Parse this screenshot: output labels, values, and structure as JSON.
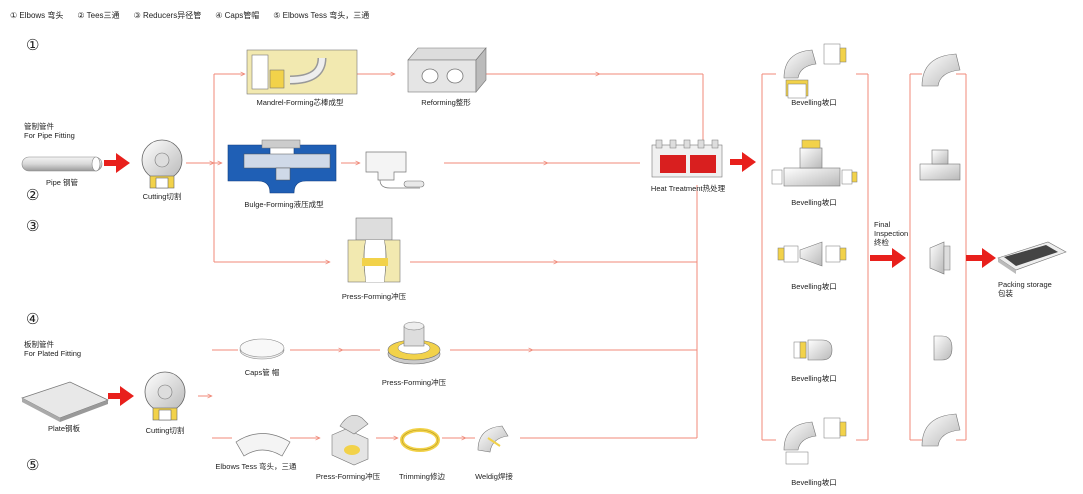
{
  "legend": {
    "item1": "① Elbows 弯头",
    "item2": "② Tees三通",
    "item3": "③ Reducers异径管",
    "item4": "④ Caps管帽",
    "item5": "⑤ Elbows Tess 弯头，三通"
  },
  "steps": {
    "s1": "①",
    "s2": "②",
    "s3": "③",
    "s4": "④",
    "s5": "⑤"
  },
  "pipe_branch": {
    "title_cn": "管制管件",
    "title_en": "For Pipe Fitting",
    "pipe_label": "Pipe 钢管",
    "cutting_label": "Cutting切割"
  },
  "plate_branch": {
    "title_cn": "板制管件",
    "title_en": "For Plated Fitting",
    "plate_label": "Plate钢板",
    "cutting_label": "Cutting切割"
  },
  "processes": {
    "mandrel": "Mandrel-Forming芯棒成型",
    "reforming": "Reforming整形",
    "bulge": "Bulge-Forming液压成型",
    "press3": "Press-Forming冲压",
    "caps": "Caps管 帽",
    "press4": "Press-Forming冲压",
    "elbows_tess": "Elbows Tess 弯头，三通",
    "press5": "Press-Forming冲压",
    "trimming": "Trimming修边",
    "welding": "Weldig焊接",
    "heat": "Heat Treatment热处理"
  },
  "bevelling": [
    "Bevelling坡口",
    "Bevelling坡口",
    "Bevelling坡口",
    "Bevelling坡口",
    "Bevelling坡口"
  ],
  "inspection": {
    "line1": "Final",
    "line2": "Inspection",
    "line3": "终检"
  },
  "packing": {
    "line1": "Packing storage",
    "line2": "包装"
  },
  "colors": {
    "flow_line": "#f08a7a",
    "big_arrow": "#e8201c",
    "fitting_gray": "#e6e6e6",
    "accent_yellow": "#f2d24a",
    "blue_die": "#1f5fb5",
    "heat_red": "#d91f1f"
  }
}
